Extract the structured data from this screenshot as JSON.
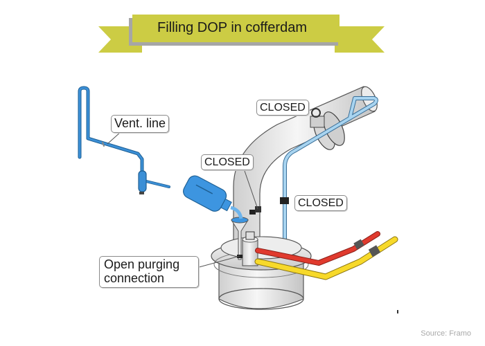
{
  "title": "Filling DOP in cofferdam",
  "colors": {
    "banner": "#cccc44",
    "banner_shadow": "#a6a6a6",
    "vent_line": "#3b8fd6",
    "hydraulic_pipe": "#a8d4f0",
    "bottle": "#3d95e0",
    "red_pipe": "#e03a2e",
    "yellow_pipe": "#f7d92a",
    "steel": "#e4e4e4"
  },
  "callouts": {
    "vent_line": "Vent. line",
    "closed_valve_top": "CLOSED",
    "closed_valve_left": "CLOSED",
    "closed_valve_right": "CLOSED",
    "purging": "Open purging connection"
  },
  "source": "Source: Framo"
}
